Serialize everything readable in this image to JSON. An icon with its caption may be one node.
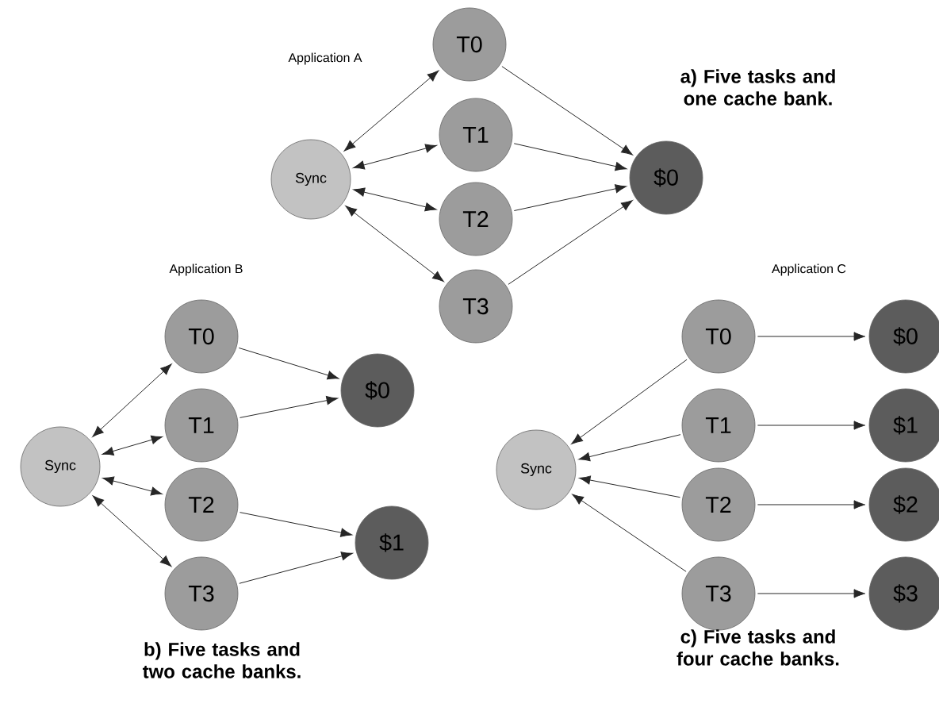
{
  "diagram": {
    "nodes": [
      {
        "text": [
          "Sync"
        ]
      },
      {
        "text": [
          "T0"
        ]
      },
      {
        "text": [
          "T1"
        ]
      },
      {
        "text": [
          "T2"
        ]
      },
      {
        "text": [
          "T3"
        ]
      },
      {
        "text": [
          "$0"
        ]
      },
      {
        "text": [
          "Sync"
        ]
      },
      {
        "text": [
          "T0"
        ]
      },
      {
        "text": [
          "T1"
        ]
      },
      {
        "text": [
          "T2"
        ]
      },
      {
        "text": [
          "T3"
        ]
      },
      {
        "text": [
          "$0"
        ]
      },
      {
        "text": [
          "$1"
        ]
      },
      {
        "text": [
          "Sync"
        ]
      },
      {
        "text": [
          "T0"
        ]
      },
      {
        "text": [
          "T1"
        ]
      },
      {
        "text": [
          "T2"
        ]
      },
      {
        "text": [
          "T3"
        ]
      },
      {
        "text": [
          "$0"
        ]
      },
      {
        "text": [
          "$1"
        ]
      },
      {
        "text": [
          "$2"
        ]
      },
      {
        "text": [
          "$3"
        ]
      }
    ],
    "edges": [
      {
        "from": 0,
        "to": 1,
        "arrow": "both"
      },
      {
        "from": 0,
        "to": 2,
        "arrow": "both"
      },
      {
        "from": 0,
        "to": 3,
        "arrow": "both"
      },
      {
        "from": 0,
        "to": 4,
        "arrow": "both"
      },
      {
        "from": 1,
        "to": 5,
        "arrow": "to"
      },
      {
        "from": 2,
        "to": 5,
        "arrow": "to"
      },
      {
        "from": 3,
        "to": 5,
        "arrow": "to"
      },
      {
        "from": 4,
        "to": 5,
        "arrow": "to"
      },
      {
        "from": 6,
        "to": 7,
        "arrow": "both"
      },
      {
        "from": 6,
        "to": 8,
        "arrow": "both"
      },
      {
        "from": 6,
        "to": 9,
        "arrow": "both"
      },
      {
        "from": 6,
        "to": 10,
        "arrow": "both"
      },
      {
        "from": 7,
        "to": 11,
        "arrow": "to"
      },
      {
        "from": 8,
        "to": 11,
        "arrow": "to"
      },
      {
        "from": 9,
        "to": 12,
        "arrow": "to"
      },
      {
        "from": 10,
        "to": 12,
        "arrow": "to"
      },
      {
        "from": 14,
        "to": 13,
        "arrow": "to"
      },
      {
        "from": 15,
        "to": 13,
        "arrow": "to"
      },
      {
        "from": 16,
        "to": 13,
        "arrow": "to"
      },
      {
        "from": 17,
        "to": 13,
        "arrow": "to"
      },
      {
        "from": 14,
        "to": 18,
        "arrow": "to"
      },
      {
        "from": 15,
        "to": 19,
        "arrow": "to"
      },
      {
        "from": 16,
        "to": 20,
        "arrow": "to"
      },
      {
        "from": 17,
        "to": 21,
        "arrow": "to"
      }
    ],
    "labels": [
      "Application A",
      "a) Five tasks and one cache bank.",
      "Application B",
      "Application C",
      "b) Five tasks and two cache banks.",
      "c) Five tasks and four cache banks."
    ]
  }
}
